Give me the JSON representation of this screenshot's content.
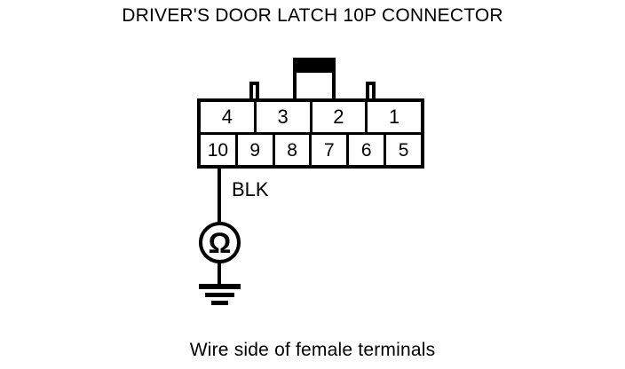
{
  "title": "DRIVER'S DOOR LATCH 10P CONNECTOR",
  "caption": "Wire side of female terminals",
  "connector": {
    "top_row": [
      "4",
      "3",
      "2",
      "1"
    ],
    "bottom_row": [
      "10",
      "9",
      "8",
      "7",
      "6",
      "5"
    ]
  },
  "wire": {
    "color_code": "BLK"
  },
  "meter": {
    "symbol": "Ω"
  },
  "colors": {
    "ink": "#000000",
    "background": "#ffffff"
  }
}
